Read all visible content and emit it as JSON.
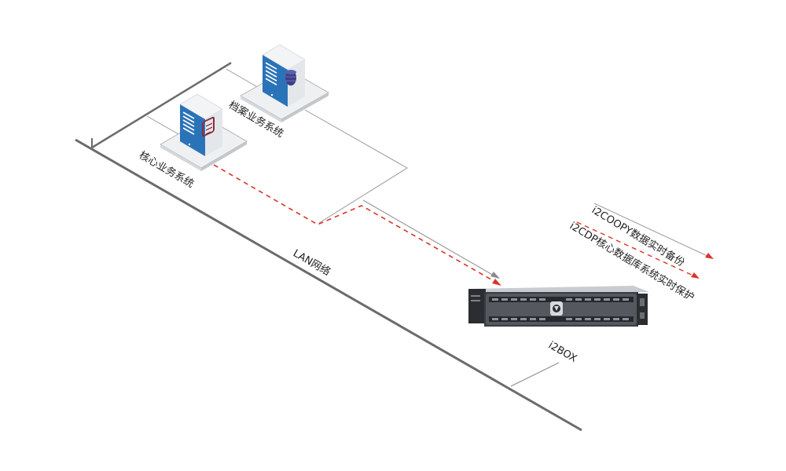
{
  "labels": {
    "archive_server": "档案业务系统",
    "core_server": "核心业务系统",
    "lan": "LAN网络",
    "appliance": "i2BOX"
  },
  "legend": {
    "copy_label": "i2COOPY数据实时备份",
    "cdp_label": "i2CDP核心数据库系统实时保护"
  },
  "colors": {
    "lan_line": "#6b6b6b",
    "thin_line": "#9a9a9a",
    "copy_arrow": "#8a8a8a",
    "cdp_arrow": "#d9352a",
    "server_front": "#2a73b8",
    "server_side": "#e9ebee",
    "server_top": "#f4f5f7"
  },
  "icons": {
    "archive_server": "archive-server-icon",
    "core_server": "core-server-icon",
    "appliance": "rack-server-icon"
  }
}
